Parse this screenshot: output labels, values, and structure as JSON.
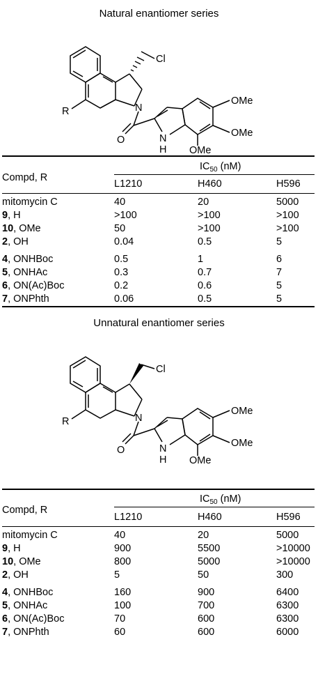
{
  "natural": {
    "title": "Natural enantiomer series",
    "structure_labels": {
      "cl": "Cl",
      "r": "R",
      "n1": "N",
      "o": "O",
      "nh": "N",
      "h": "H",
      "ome1": "OMe",
      "ome2": "OMe",
      "ome3": "OMe"
    },
    "table": {
      "col_header": "Compd, R",
      "ic50_main": "IC",
      "ic50_sub": "50",
      "ic50_unit": " (nM)",
      "cell_lines": [
        "L1210",
        "H460",
        "H596"
      ],
      "rows": [
        {
          "num": "",
          "r": "mitomycin C",
          "v": [
            "40",
            "20",
            "5000"
          ]
        },
        {
          "num": "9",
          "r": ", H",
          "v": [
            ">100",
            ">100",
            ">100"
          ]
        },
        {
          "num": "10",
          "r": ", OMe",
          "v": [
            "50",
            ">100",
            ">100"
          ]
        },
        {
          "num": "2",
          "r": ", OH",
          "v": [
            "0.04",
            "0.5",
            "5"
          ]
        },
        {
          "num": "4",
          "r": ", ONHBoc",
          "v": [
            "0.5",
            "1",
            "6"
          ]
        },
        {
          "num": "5",
          "r": ", ONHAc",
          "v": [
            "0.3",
            "0.7",
            "7"
          ]
        },
        {
          "num": "6",
          "r": ", ON(Ac)Boc",
          "v": [
            "0.2",
            "0.6",
            "5"
          ]
        },
        {
          "num": "7",
          "r": ", ONPhth",
          "v": [
            "0.06",
            "0.5",
            "5"
          ]
        }
      ]
    }
  },
  "unnatural": {
    "title": "Unnatural enantiomer series",
    "structure_labels": {
      "cl": "Cl",
      "r": "R",
      "n1": "N",
      "o": "O",
      "nh": "N",
      "h": "H",
      "ome1": "OMe",
      "ome2": "OMe",
      "ome3": "OMe"
    },
    "table": {
      "col_header": "Compd, R",
      "ic50_main": "IC",
      "ic50_sub": "50",
      "ic50_unit": " (nM)",
      "cell_lines": [
        "L1210",
        "H460",
        "H596"
      ],
      "rows": [
        {
          "num": "",
          "r": "mitomycin C",
          "v": [
            "40",
            "20",
            "5000"
          ]
        },
        {
          "num": "9",
          "r": ", H",
          "v": [
            "900",
            "5500",
            ">10000"
          ]
        },
        {
          "num": "10",
          "r": ", OMe",
          "v": [
            "800",
            "5000",
            ">10000"
          ]
        },
        {
          "num": "2",
          "r": ", OH",
          "v": [
            "5",
            "50",
            "300"
          ]
        },
        {
          "num": "4",
          "r": ", ONHBoc",
          "v": [
            "160",
            "900",
            "6400"
          ]
        },
        {
          "num": "5",
          "r": ", ONHAc",
          "v": [
            "100",
            "700",
            "6300"
          ]
        },
        {
          "num": "6",
          "r": ", ON(Ac)Boc",
          "v": [
            "70",
            "600",
            "6300"
          ]
        },
        {
          "num": "7",
          "r": ", ONPhth",
          "v": [
            "60",
            "600",
            "6000"
          ]
        }
      ]
    }
  }
}
